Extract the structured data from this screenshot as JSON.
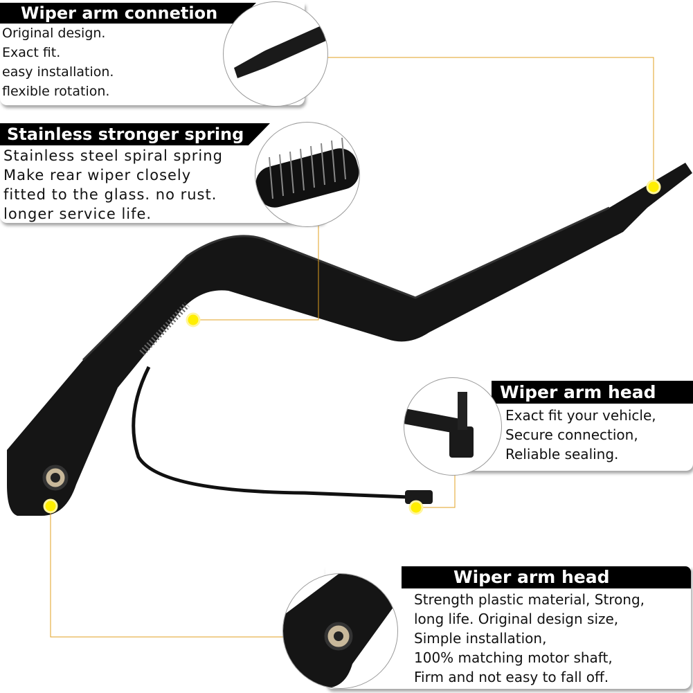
{
  "callouts": [
    {
      "title": "Wiper arm connetion",
      "lines": [
        "Original design.",
        "Exact fit.",
        "easy installation.",
        "flexible rotation."
      ]
    },
    {
      "title": "Stainless stronger spring",
      "lines": [
        "Stainless steel spiral spring",
        "Make rear wiper closely",
        "fitted to the glass. no rust.",
        "longer service life."
      ]
    },
    {
      "title": "Wiper arm head",
      "lines": [
        "Exact fit your vehicle,",
        "Secure connection,",
        "Reliable sealing."
      ]
    },
    {
      "title": "Wiper arm head",
      "lines": [
        "Strength plastic material, Strong,",
        "long life. Original design size,",
        "Simple installation,",
        "100% matching motor shaft,",
        "Firm and not easy to fall off."
      ]
    }
  ],
  "colors": {
    "leader": "#e0a020",
    "marker": "#ffee00",
    "arm": "#151515",
    "header": "#000000"
  }
}
